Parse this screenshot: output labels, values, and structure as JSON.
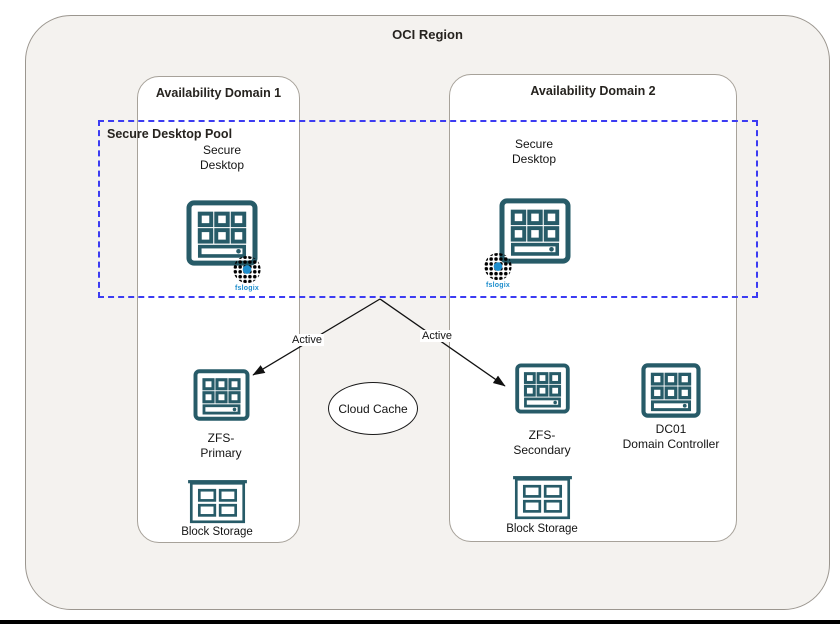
{
  "region": {
    "title": "OCI Region"
  },
  "pool": {
    "label": "Secure Desktop Pool"
  },
  "ad1": {
    "title": "Availability Domain 1",
    "secure_desktop": "Secure\nDesktop",
    "zfs": "ZFS-\nPrimary",
    "block": "Block Storage"
  },
  "ad2": {
    "title": "Availability Domain 2",
    "secure_desktop": "Secure\nDesktop",
    "zfs": "ZFS-\nSecondary",
    "dc": "DC01\nDomain Controller",
    "block": "Block Storage"
  },
  "links": {
    "left": "Active",
    "right": "Active"
  },
  "cloud_cache": "Cloud Cache",
  "brand": "fslogix",
  "colors": {
    "icon_teal": "#275b68",
    "fslogix_blue": "#1e8ecd",
    "pool_border": "#3c3cf2",
    "region_fill": "#f4f2ef"
  }
}
